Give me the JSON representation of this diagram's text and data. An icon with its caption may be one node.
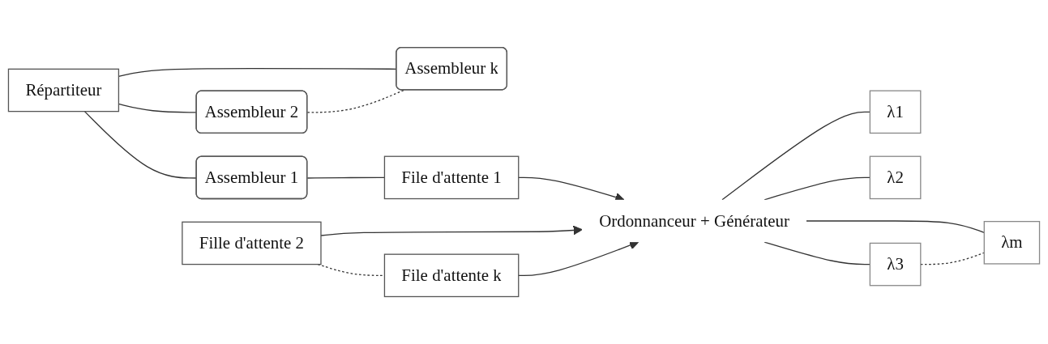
{
  "diagram": {
    "nodes": [
      {
        "text": [
          "Répartiteur"
        ]
      },
      {
        "text": [
          "Assembleur 1"
        ]
      },
      {
        "text": [
          "Assembleur 2"
        ]
      },
      {
        "text": [
          "Assembleur k"
        ]
      },
      {
        "text": [
          "File d'attente 1"
        ]
      },
      {
        "text": [
          "Fille d'attente 2"
        ]
      },
      {
        "text": [
          "File d'attente k"
        ]
      },
      {
        "text": [
          "Ordonnanceur + Générateur"
        ]
      },
      {
        "text": [
          "λ1"
        ]
      },
      {
        "text": [
          "λ2"
        ]
      },
      {
        "text": [
          "λ3"
        ]
      },
      {
        "text": [
          "λm"
        ]
      }
    ],
    "edges": [
      {
        "from": 0,
        "to": 1,
        "arrow": "none"
      },
      {
        "from": 0,
        "to": 2,
        "arrow": "none"
      },
      {
        "from": 0,
        "to": 3,
        "arrow": "none"
      },
      {
        "from": 1,
        "to": 4,
        "arrow": "none"
      },
      {
        "from": 2,
        "to": 3,
        "arrow": "none",
        "style": "dashed"
      },
      {
        "from": 4,
        "to": 7,
        "arrow": "to"
      },
      {
        "from": 5,
        "to": 7,
        "arrow": "to"
      },
      {
        "from": 5,
        "to": 6,
        "arrow": "none",
        "style": "dashed"
      },
      {
        "from": 6,
        "to": 7,
        "arrow": "to"
      },
      {
        "from": 7,
        "to": 8,
        "arrow": "none"
      },
      {
        "from": 7,
        "to": 9,
        "arrow": "none"
      },
      {
        "from": 7,
        "to": 10,
        "arrow": "none"
      },
      {
        "from": 7,
        "to": 11,
        "arrow": "none"
      },
      {
        "from": 10,
        "to": 11,
        "arrow": "none",
        "style": "dashed"
      }
    ]
  }
}
